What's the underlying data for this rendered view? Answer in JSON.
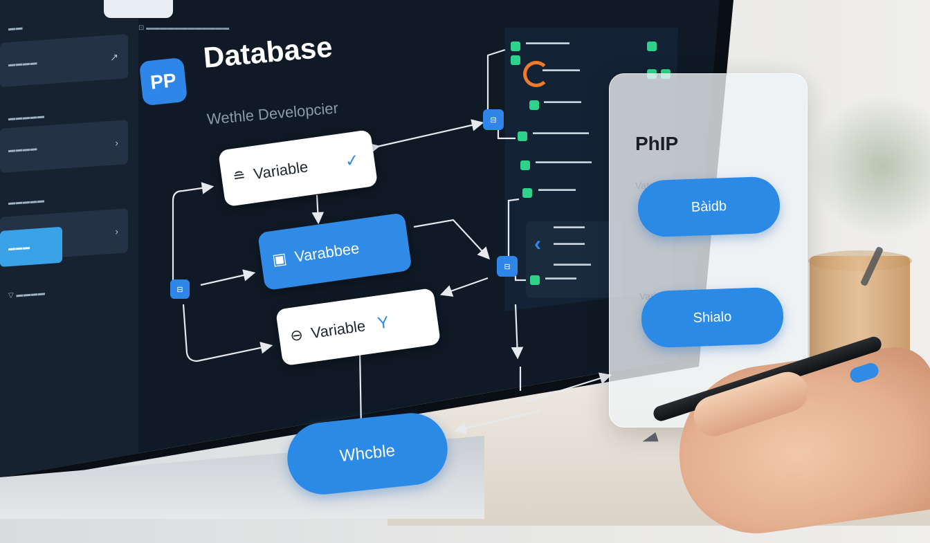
{
  "header": {
    "logo_text": "PP",
    "title": "Database",
    "subtitle": "Wethle Developcier"
  },
  "flow_nodes": {
    "variable_top": "Variable",
    "variable_mid": "Varabbee",
    "variable_low": "Variable",
    "variable_low_mark": "Y",
    "bottom_pill": "Whcble"
  },
  "glass_card": {
    "title": "PhIP",
    "label_1": "Vateboprpnite",
    "button_1": "Bàidb",
    "label_2": "Varidosas",
    "button_2": "Shialo"
  },
  "colors": {
    "accent_blue": "#2f8be6",
    "screen_bg": "#0f1a26",
    "sidebar_bg": "#16222f",
    "green": "#2fd28a"
  },
  "icons": [
    "menu-icon",
    "check-icon",
    "bookmark-icon",
    "globe-icon",
    "chevron-right-icon",
    "hash-icon"
  ]
}
